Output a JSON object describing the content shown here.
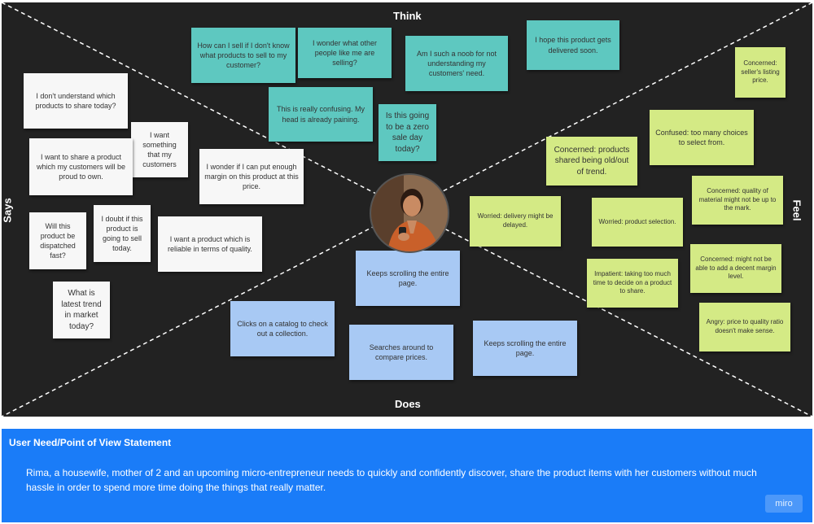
{
  "quadrants": {
    "think": "Think",
    "does": "Does",
    "says": "Says",
    "feel": "Feel"
  },
  "think_notes": [
    "How can I sell if I don't know what products to sell to my customer?",
    "I wonder what other people like me  are selling?",
    "Am I such a noob for not understanding my customers' need.",
    "I hope this product gets delivered soon.",
    "This is really confusing. My head is already paining.",
    "Is this going to be a zero sale day today?"
  ],
  "says_notes": [
    "I don't understand which products to share today?",
    "I want something that my customers",
    "I want to share a product which my customers will be proud to own.",
    "I wonder if I can put enough margin on this product at this price.",
    "Will this product be dispatched fast?",
    "I doubt if this product is going to sell today.",
    "I want a product which is reliable in  terms of quality.",
    "What is latest trend in market today?"
  ],
  "does_notes": [
    "Keeps scrolling the entire page.",
    "Clicks on a catalog to check out a collection.",
    "Searches around to compare prices.",
    "Keeps scrolling the entire page."
  ],
  "feel_notes": [
    "Concerned: seller's listing price.",
    "Confused: too many choices to select from.",
    "Concerned: products shared being old/out of trend.",
    "Concerned: quality of material might not be up to the mark.",
    "Worried: delivery might be delayed.",
    "Worried: product selection.",
    "Concerned: might not be able to add a decent margin level.",
    "Impatient: taking too much time to decide on a product to share.",
    "Angry: price to quality ratio doesn't make sense."
  ],
  "pov": {
    "title": "User Need/Point of View Statement",
    "body": "Rima, a housewife, mother of 2 and an upcoming micro-entrepreneur needs to quickly and confidently discover, share the product items with her customers without much hassle in order to spend more time doing the things that really matter."
  },
  "watermark": "miro",
  "colors": {
    "board": "#222222",
    "think": "#5ec8c0",
    "says": "#f7f7f7",
    "does": "#a8c9f4",
    "feel": "#d4ea85",
    "pov": "#1a7cf8"
  }
}
